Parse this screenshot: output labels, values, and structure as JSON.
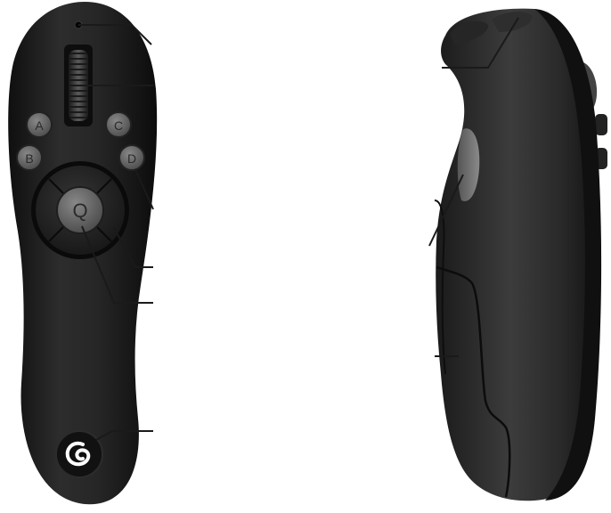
{
  "buttons": {
    "a": "A",
    "b": "B",
    "c": "C",
    "d": "D",
    "q": "Q"
  },
  "colors": {
    "body_dark": "#1c1c1c",
    "body_mid": "#3a3a3a",
    "button_grey": "#6a6a6a",
    "callout_line": "#1a1a1a",
    "logo_white": "#ffffff"
  },
  "icons": {
    "power_button": "logo-swirl-icon",
    "scroll_wheel": "ribbed-wheel-icon",
    "indicator": "led-dot-icon"
  }
}
